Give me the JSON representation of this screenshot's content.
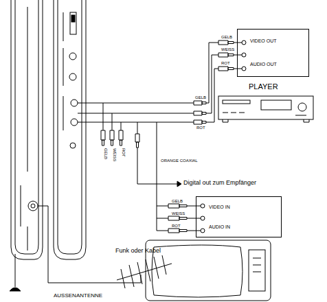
{
  "diagram": {
    "nodes": [
      {
        "text": [
          "VIDEO OUT",
          "AUDIO OUT"
        ]
      },
      {
        "text": [
          "VIDEO IN",
          "AUDIO IN"
        ]
      }
    ],
    "labels": [
      "GELB",
      "WEISS",
      "ROT",
      "PLAYER",
      "GELB",
      "ROT",
      "GELB",
      "WEISS",
      "ROT",
      "ORANGE COAXIAL",
      "Digital out zum Empfänger",
      "GELB",
      "WEISS",
      "ROT",
      "Funk oder Kabel",
      "AUSSENANTENNE"
    ]
  }
}
